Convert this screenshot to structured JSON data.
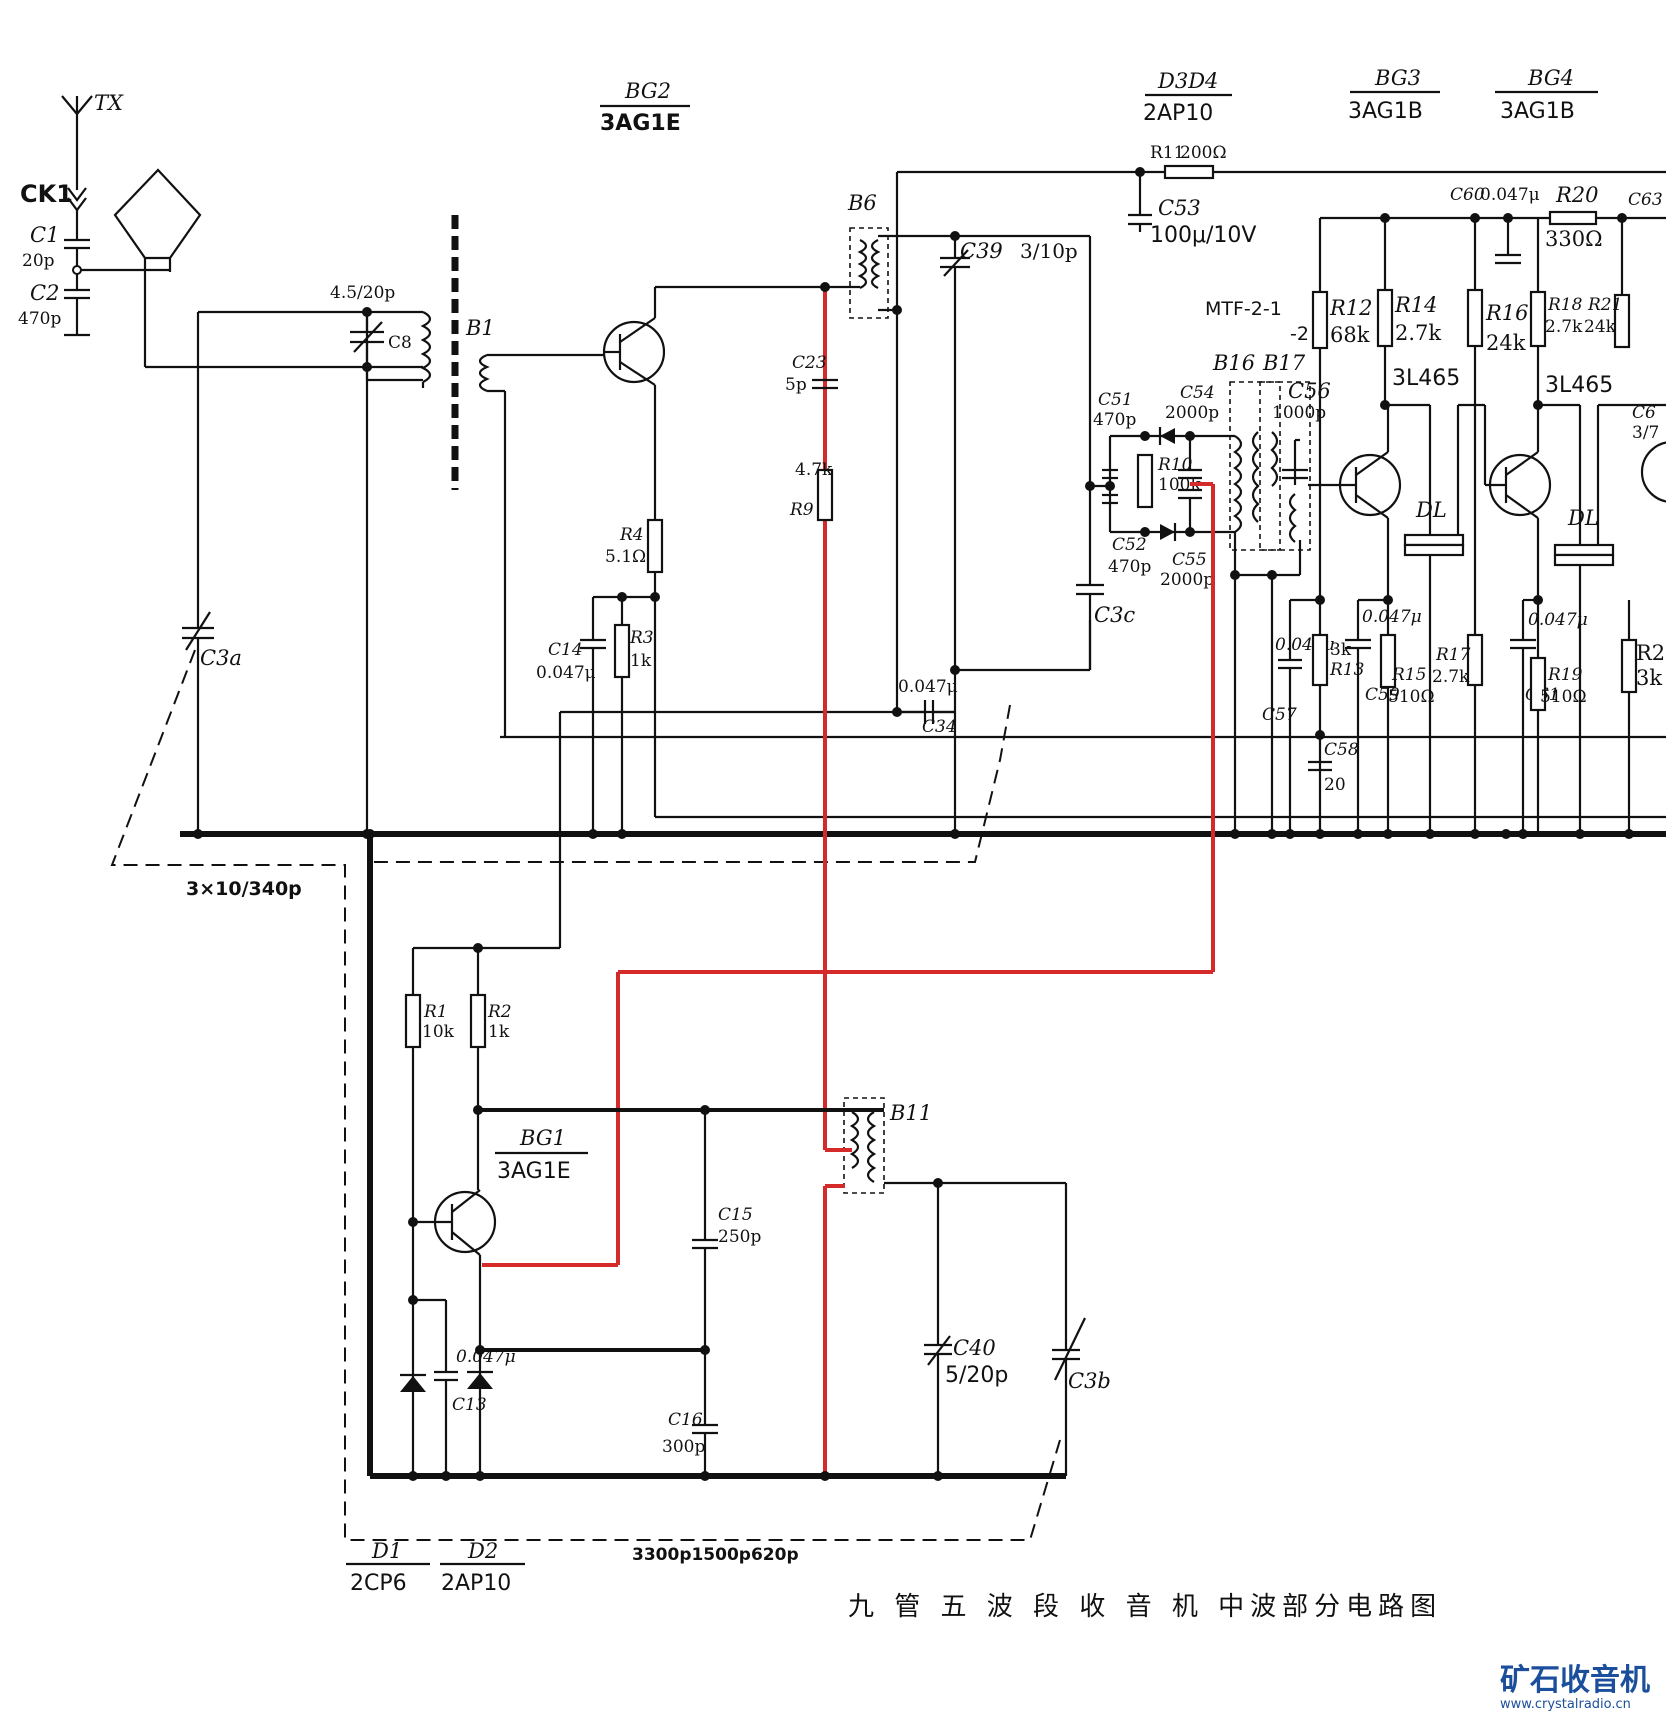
{
  "caption": "九 管 五 波 段 收 音 机 中波部分电路图",
  "watermark": {
    "name": "矿石收音机",
    "url": "www.crystalradio.cn"
  },
  "transistors": {
    "bg2": {
      "name": "BG2",
      "part": "3AG1E"
    },
    "bg1": {
      "name": "BG1",
      "part": "3AG1E"
    },
    "d3d4": {
      "name": "D3D4",
      "part": "2AP10"
    },
    "bg3": {
      "name": "BG3",
      "part": "3AG1B"
    },
    "bg4": {
      "name": "BG4",
      "part": "3AG1B"
    }
  },
  "diodes": {
    "d1": {
      "name": "D1",
      "part": "2CP6"
    },
    "d2": {
      "name": "D2",
      "part": "2AP10"
    }
  },
  "antenna": {
    "tx": "TX",
    "ck1": "CK1"
  },
  "capacitors": {
    "c1": {
      "name": "C1",
      "value": "20p"
    },
    "c2": {
      "name": "C2",
      "value": "470p"
    },
    "c8": {
      "name": "C8",
      "value": "4.5/20p"
    },
    "c3a": {
      "name": "C3a"
    },
    "c3b": {
      "name": "C3b"
    },
    "c3c": {
      "name": "C3c"
    },
    "c3_gang": "3×10/340p",
    "c23": {
      "name": "C23",
      "value": "5p"
    },
    "c39": {
      "name": "C39",
      "value": "3/10p"
    },
    "c53": {
      "name": "C53",
      "value": "100μ/10V"
    },
    "c14": {
      "name": "C14",
      "value": "0.047μ"
    },
    "c34": {
      "name": "C34",
      "value": "0.047μ"
    },
    "c51": {
      "name": "C51",
      "value": "470p"
    },
    "c52": {
      "name": "C52",
      "value": "470p"
    },
    "c54": {
      "name": "C54",
      "value": "2000p"
    },
    "c55": {
      "name": "C55",
      "value": "2000p"
    },
    "c56": {
      "name": "C56",
      "value": "1000p"
    },
    "c57": {
      "name": "C57",
      "value": "0.047μ"
    },
    "c58": {
      "name": "C58",
      "value": "20"
    },
    "c59": {
      "name": "C59",
      "value": "0.047μ"
    },
    "c60": {
      "name": "C60",
      "value": "0.047μ"
    },
    "c61": {
      "name": "C61",
      "value": "0.047μ"
    },
    "c63": {
      "name": "C63"
    },
    "c6x": {
      "name": "C6",
      "value": "3/7"
    },
    "c13": {
      "name": "C13",
      "value": "0.047μ"
    },
    "c15": {
      "name": "C15",
      "value": "250p"
    },
    "c16": {
      "name": "C16",
      "value": "300p"
    },
    "c40": {
      "name": "C40",
      "value": "5/20p"
    },
    "padders": "3300p1500p620p"
  },
  "resistors": {
    "r1": {
      "name": "R1",
      "value": "10k"
    },
    "r2": {
      "name": "R2",
      "value": "1k"
    },
    "r3": {
      "name": "R3",
      "value": "1k"
    },
    "r4": {
      "name": "R4",
      "value": "5.1Ω"
    },
    "r9": {
      "name": "R9",
      "value": "4.7k"
    },
    "r10": {
      "name": "R10",
      "value": "100k"
    },
    "r11": {
      "name": "R11",
      "value": "200Ω"
    },
    "r12": {
      "name": "R12",
      "value": "68k"
    },
    "r13": {
      "name": "R13",
      "value": "3k"
    },
    "r14": {
      "name": "R14",
      "value": "2.7k"
    },
    "r15": {
      "name": "R15",
      "value": "510Ω"
    },
    "r16": {
      "name": "R16",
      "value": "24k"
    },
    "r17": {
      "name": "R17",
      "value": "2.7k"
    },
    "r18": {
      "name": "R18",
      "value": "2.7k"
    },
    "r19": {
      "name": "R19",
      "value": "510Ω"
    },
    "r20": {
      "name": "R20",
      "value": "330Ω"
    },
    "r21": {
      "name": "R21",
      "value": "24k"
    },
    "r2x": {
      "name": "R2",
      "value": "3k"
    }
  },
  "transformers": {
    "b1": "B1",
    "b6": "B6",
    "b11": "B11",
    "b16": "B16",
    "b17": "B17",
    "mtf": "MTF-2-1",
    "mtf2": "-2"
  },
  "filters": {
    "f1": "3L465",
    "f2": "3L465",
    "dl": "DL"
  }
}
